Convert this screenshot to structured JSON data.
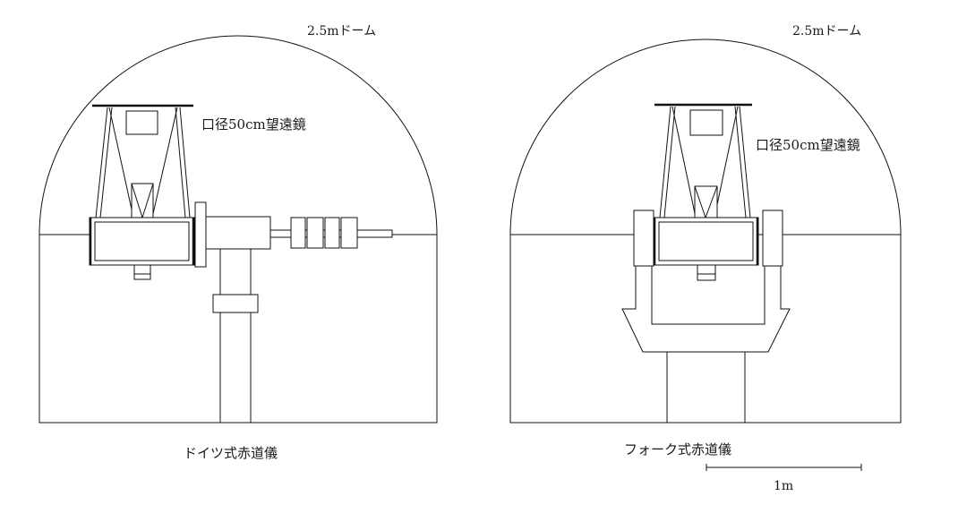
{
  "left_figure": {
    "dome_label": "2.5mドーム",
    "telescope_label": "口径50cm望遠鏡",
    "caption": "ドイツ式赤道儀"
  },
  "right_figure": {
    "dome_label": "2.5mドーム",
    "telescope_label": "口径50cm望遠鏡",
    "caption": "フォーク式赤道儀"
  },
  "scale_bar": {
    "label": "1m"
  }
}
